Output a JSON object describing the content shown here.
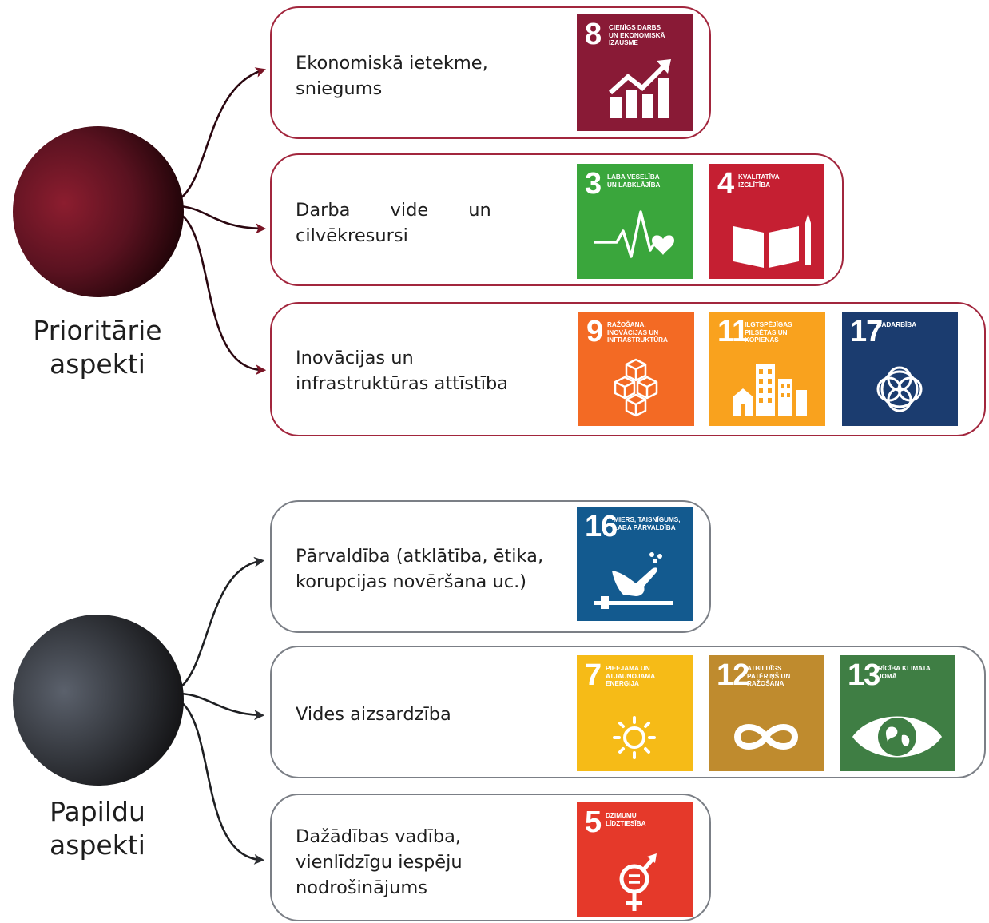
{
  "groups": [
    {
      "label_lines": [
        "Prioritārie",
        "aspekti"
      ],
      "color": "#8c1d2f",
      "items": [
        {
          "text_lines": [
            "Ekonomiskā ietekme,",
            "sniegums"
          ],
          "goals": [
            {
              "number": "8",
              "caption_lines": [
                "CIENĪGS DARBS",
                "UN EKONOMISKĀ",
                "IZAUSME"
              ],
              "icon": "growth-chart-icon",
              "color": "#891a36"
            }
          ]
        },
        {
          "text_lines": [
            "Darba       vide       un",
            "cilvēkresursi"
          ],
          "goals": [
            {
              "number": "3",
              "caption_lines": [
                "LABA VESELĪBA",
                "UN LABKLĀJĪBA"
              ],
              "icon": "heartbeat-icon",
              "color": "#3aa63c"
            },
            {
              "number": "4",
              "caption_lines": [
                "KVALITATĪVA",
                "IZGLĪTĪBA"
              ],
              "icon": "book-pencil-icon",
              "color": "#c51f32"
            }
          ]
        },
        {
          "text_lines": [
            "Inovācijas un",
            "infrastruktūras attīstība"
          ],
          "goals": [
            {
              "number": "9",
              "caption_lines": [
                "RAŽOŠANA,",
                "INOVĀCIJAS UN",
                "INFRASTRUKTŪRA"
              ],
              "icon": "cubes-icon",
              "color": "#f36a24"
            },
            {
              "number": "11",
              "caption_lines": [
                "ILGTSPĒJĪGAS",
                "PILSĒTAS UN",
                "KOPIENAS"
              ],
              "icon": "city-icon",
              "color": "#f9a21e"
            },
            {
              "number": "17",
              "caption_lines": [
                "SADARBĪBA"
              ],
              "icon": "rings-icon",
              "color": "#1b3c6f"
            }
          ]
        }
      ]
    },
    {
      "label_lines": [
        "Papildu",
        "aspekti"
      ],
      "color": "#3a3d44",
      "items": [
        {
          "text_lines": [
            "Pārvaldība (atklātība, ētika,",
            "korupcijas novēršana uc.)"
          ],
          "goals": [
            {
              "number": "16",
              "caption_lines": [
                "MIERS, TAISNĪGUMS,",
                "LABA PĀRVALDĪBA"
              ],
              "icon": "dove-gavel-icon",
              "color": "#135a8f"
            }
          ]
        },
        {
          "text_lines": [
            "Vides aizsardzība"
          ],
          "goals": [
            {
              "number": "7",
              "caption_lines": [
                "PIEEJAMA UN",
                "ATJAUNOJAMA",
                "ENERĢIJA"
              ],
              "icon": "sun-icon",
              "color": "#f6bb17"
            },
            {
              "number": "12",
              "caption_lines": [
                "ATBILDĪGS",
                "PATĒRIŅŠ UN",
                "RAŽOŠANA"
              ],
              "icon": "infinity-icon",
              "color": "#bf8b2e"
            },
            {
              "number": "13",
              "caption_lines": [
                "RĪCĪBA KLIMATA",
                "JOMĀ"
              ],
              "icon": "earth-eye-icon",
              "color": "#3f7e44"
            }
          ]
        },
        {
          "text_lines": [
            "Dažādības vadība,",
            "vienlīdzīgu iespēju",
            "nodrošinājums"
          ],
          "goals": [
            {
              "number": "5",
              "caption_lines": [
                "DZIMUMU",
                "LĪDZTIESĪBA"
              ],
              "icon": "gender-equality-icon",
              "color": "#e5392a"
            }
          ]
        }
      ]
    }
  ]
}
